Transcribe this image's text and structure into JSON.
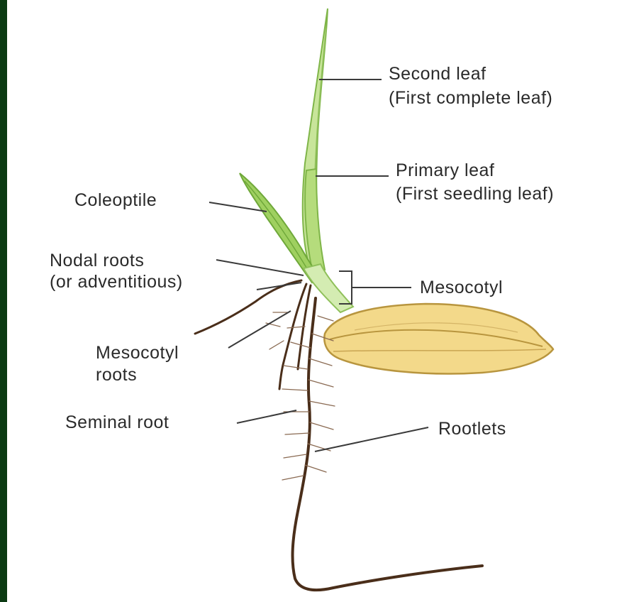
{
  "diagram": {
    "labels": {
      "second_leaf": "Second leaf",
      "second_leaf_note": "(First complete leaf)",
      "primary_leaf": "Primary leaf",
      "primary_leaf_note": "(First seedling leaf)",
      "coleoptile": "Coleoptile",
      "nodal_roots": "Nodal roots",
      "nodal_roots_note": "(or adventitious)",
      "mesocotyl": "Mesocotyl",
      "mesocotyl_roots_1": "Mesocotyl",
      "mesocotyl_roots_2": "roots",
      "seminal_root": "Seminal root",
      "rootlets": "Rootlets"
    },
    "colors": {
      "leaf": "#a9d46a",
      "leaf_dark": "#7fb548",
      "seed": "#f3d98a",
      "seed_edge": "#b8953e",
      "root": "#4a2e1a",
      "line": "#3a3a3a",
      "frame": "#0b3a12"
    }
  }
}
